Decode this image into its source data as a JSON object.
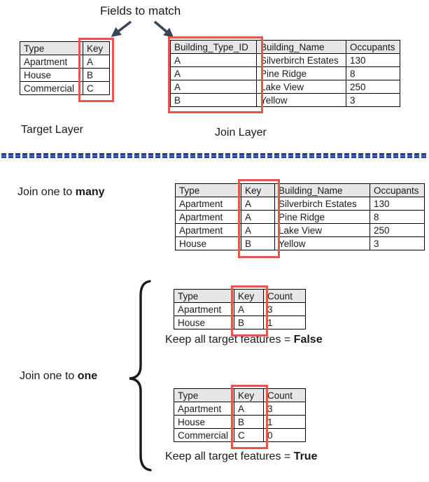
{
  "fields_to_match_label": "Fields to match",
  "colors": {
    "red": "#e4564f",
    "navy": "#3a4657",
    "headerBg": "#e7e7e7",
    "dividerBlue": "#3f5bc0",
    "dividerDark": "#1d3166"
  },
  "icons": {
    "arrow_left": "arrow-down-left-icon",
    "arrow_right": "arrow-down-right-icon",
    "brace": "curly-brace-icon"
  },
  "target_table": {
    "label": "Target Layer",
    "headers": [
      "Type",
      "Key"
    ],
    "rows": [
      [
        "Apartment",
        "A"
      ],
      [
        "House",
        "B"
      ],
      [
        "Commercial",
        "C"
      ]
    ]
  },
  "join_table": {
    "label": "Join Layer",
    "headers": [
      "Building_Type_ID",
      "Building_Name",
      "Occupants"
    ],
    "rows": [
      [
        "A",
        "Silverbirch Estates",
        "130"
      ],
      [
        "A",
        "Pine Ridge",
        "8"
      ],
      [
        "A",
        "Lake View",
        "250"
      ],
      [
        "B",
        "Yellow",
        "3"
      ]
    ]
  },
  "one_to_many": {
    "label_prefix": "Join one to ",
    "label_bold": "many",
    "table": {
      "headers": [
        "Type",
        "Key",
        "Building_Name",
        "Occupants"
      ],
      "rows": [
        [
          "Apartment",
          "A",
          "Silverbirch Estates",
          "130"
        ],
        [
          "Apartment",
          "A",
          "Pine Ridge",
          "8"
        ],
        [
          "Apartment",
          "A",
          "Lake View",
          "250"
        ],
        [
          "House",
          "B",
          "Yellow",
          "3"
        ]
      ]
    }
  },
  "one_to_one": {
    "label_prefix": "Join one to ",
    "label_bold": "one",
    "false_table": {
      "headers": [
        "Type",
        "Key",
        "Count"
      ],
      "rows": [
        [
          "Apartment",
          "A",
          "3"
        ],
        [
          "House",
          "B",
          "1"
        ]
      ],
      "caption_prefix": "Keep all target features = ",
      "caption_bold": "False"
    },
    "true_table": {
      "headers": [
        "Type",
        "Key",
        "Count"
      ],
      "rows": [
        [
          "Apartment",
          "A",
          "3"
        ],
        [
          "House",
          "B",
          "1"
        ],
        [
          "Commercial",
          "C",
          "0"
        ]
      ],
      "caption_prefix": "Keep all target features = ",
      "caption_bold": "True"
    }
  }
}
